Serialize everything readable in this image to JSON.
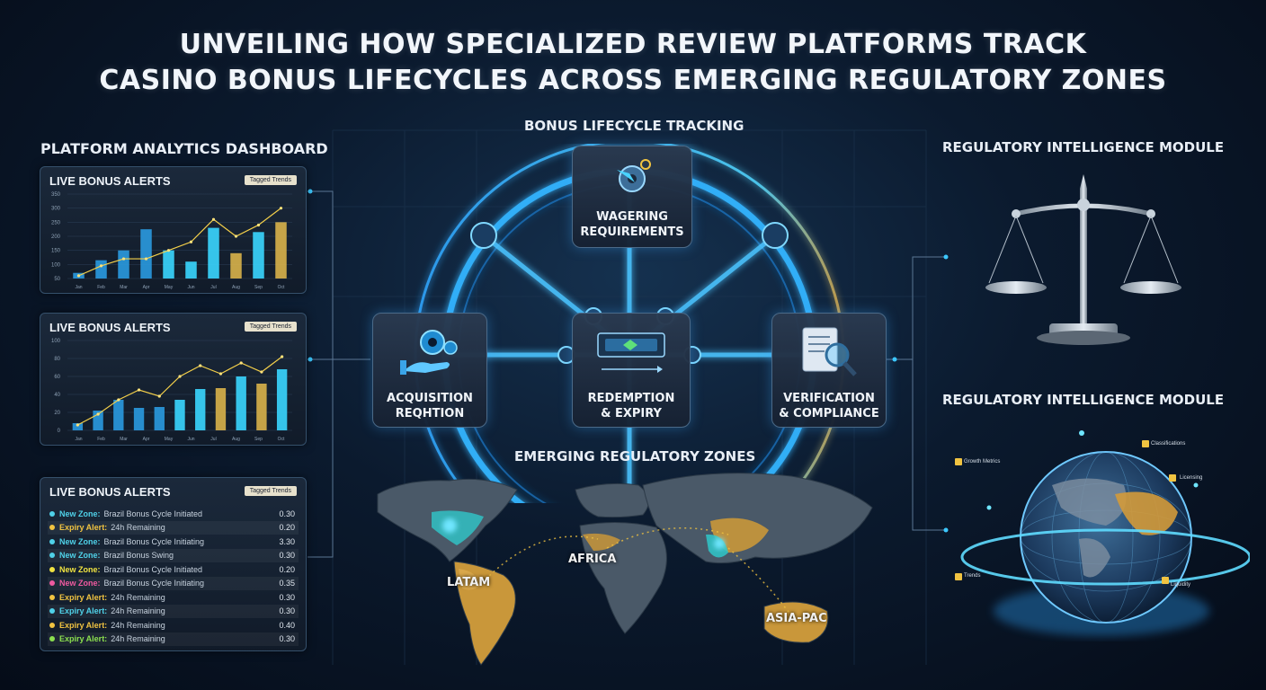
{
  "title": {
    "line1": "UNVEILING HOW SPECIALIZED REVIEW PLATFORMS TRACK",
    "line2": "CASINO BONUS LIFECYCLES ACROSS EMERGING REGULATORY ZONES"
  },
  "left": {
    "heading": "PLATFORM ANALYTICS DASHBOARD",
    "panels": [
      {
        "title": "LIVE BONUS ALERTS",
        "badge": "Tagged Trends",
        "y_ticks": [
          "350",
          "300",
          "250",
          "200",
          "150",
          "100",
          "50"
        ],
        "x_ticks": [
          "Jan",
          "Feb",
          "Mar",
          "Apr",
          "May",
          "Jun",
          "Jul",
          "Aug",
          "Sep",
          "Oct"
        ],
        "bars": [
          70,
          115,
          150,
          225,
          150,
          110,
          230,
          140,
          215,
          250
        ],
        "line": [
          60,
          95,
          120,
          120,
          150,
          180,
          260,
          200,
          240,
          300
        ]
      },
      {
        "title": "LIVE BONUS ALERTS",
        "badge": "Tagged Trends",
        "y_ticks": [
          "100",
          "80",
          "60",
          "40",
          "20",
          "0"
        ],
        "x_ticks": [
          "Jan",
          "Feb",
          "Mar",
          "Apr",
          "May",
          "Jun",
          "Jul",
          "Aug",
          "Sep",
          "Oct"
        ],
        "bars": [
          8,
          22,
          34,
          25,
          26,
          34,
          46,
          47,
          60,
          52,
          68
        ],
        "line": [
          6,
          18,
          34,
          45,
          38,
          60,
          72,
          63,
          75,
          65,
          82
        ]
      }
    ],
    "alerts_panel": {
      "title": "LIVE BONUS ALERTS",
      "badge": "Tagged Trends",
      "rows": [
        {
          "tag": "New Zone:",
          "text": "Brazil Bonus Cycle Initiated",
          "value": "0.30",
          "color": "#4fd1e8"
        },
        {
          "tag": "Expiry Alert:",
          "text": "24h Remaining",
          "value": "0.20",
          "color": "#f0c341"
        },
        {
          "tag": "New Zone:",
          "text": "Brazil Bonus Cycle Initiating",
          "value": "3.30",
          "color": "#4fd1e8"
        },
        {
          "tag": "New Zone:",
          "text": "Brazil Bonus Swing",
          "value": "0.30",
          "color": "#4fd1e8"
        },
        {
          "tag": "New Zone:",
          "text": "Brazil Bonus Cycle Initiated",
          "value": "0.20",
          "color": "#f0e341"
        },
        {
          "tag": "New Zone:",
          "text": "Brazil Bonus Cycle Initiating",
          "value": "0.35",
          "color": "#f05aa0"
        },
        {
          "tag": "Expiry Alert:",
          "text": "24h Remaining",
          "value": "0.30",
          "color": "#f0c341"
        },
        {
          "tag": "Expiry Alert:",
          "text": "24h Remaining",
          "value": "0.30",
          "color": "#4fd1e8"
        },
        {
          "tag": "Expiry Alert:",
          "text": "24h Remaining",
          "value": "0.40",
          "color": "#f0c341"
        },
        {
          "tag": "Expiry Alert:",
          "text": "24h Remaining",
          "value": "0.30",
          "color": "#8be04f"
        }
      ]
    }
  },
  "center": {
    "heading": "BONUS LIFECYCLE TRACKING",
    "nodes": {
      "wagering": "WAGERING REQUIREMENTS",
      "acquisition_1": "ACQUISITION",
      "acquisition_2": "REQHTION",
      "redemption_1": "REDEMPTION",
      "redemption_2": "& EXPIRY",
      "verification_1": "VERIFICATION",
      "verification_2": "& COMPLIANCE"
    },
    "map_heading": "EMERGING REGULATORY ZONES",
    "regions": [
      "LATAM",
      "AFRICA",
      "ASIA-PAC"
    ]
  },
  "right": {
    "heading_1": "REGULATORY INTELLIGENCE MODULE",
    "heading_2": "REGULATORY INTELLIGENCE MODULE",
    "globe_tags": [
      "Classifications",
      "Growth Metrics",
      "Licensing",
      "Trends",
      "Liquidity"
    ]
  },
  "colors": {
    "accent": "#3cc8ff",
    "gold": "#e0a83a",
    "bar_start": "#2b8fd8",
    "bar_end": "#5fe3ff"
  }
}
